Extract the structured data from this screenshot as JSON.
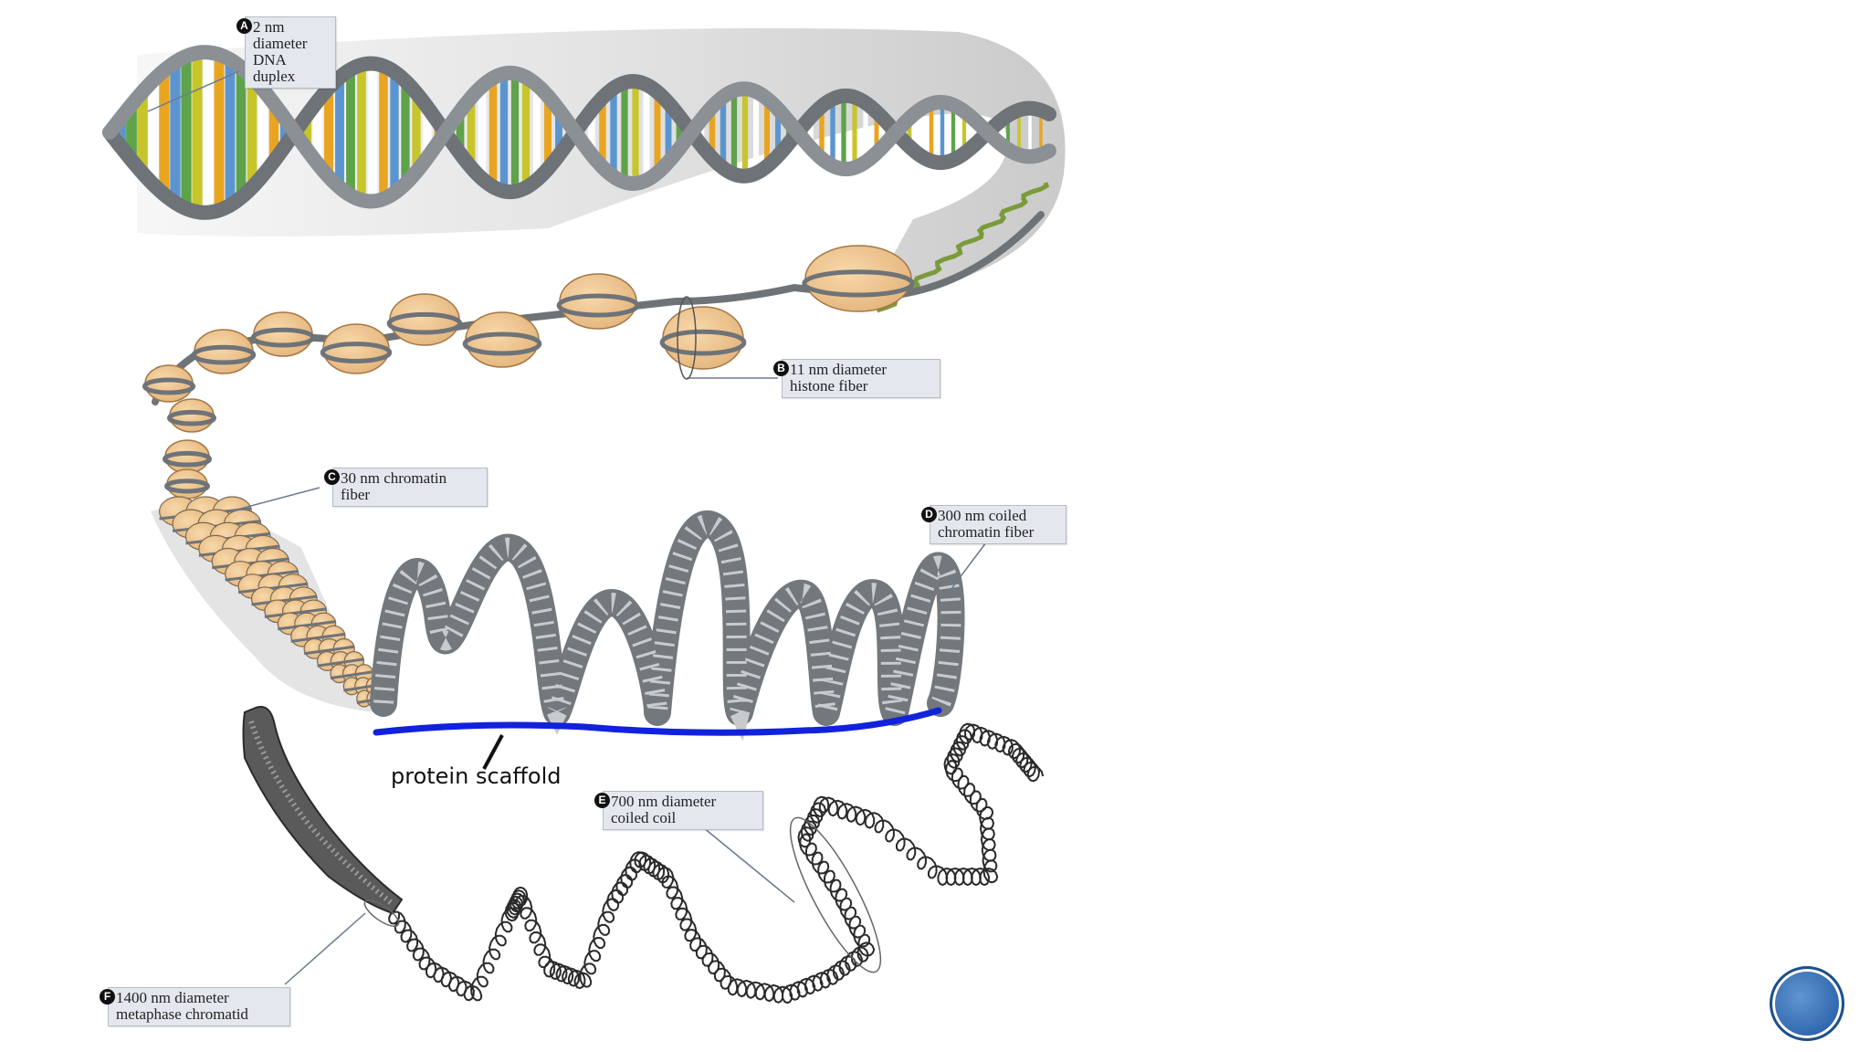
{
  "labels": {
    "a": {
      "badge": "A",
      "text": "2 nm\ndiameter\nDNA\nduplex"
    },
    "b": {
      "badge": "B",
      "text": "11 nm diameter\nhistone fiber"
    },
    "c": {
      "badge": "C",
      "text": "30 nm chromatin\nfiber"
    },
    "d": {
      "badge": "D",
      "text": "300 nm coiled\nchromatin fiber"
    },
    "e": {
      "badge": "E",
      "text": "700 nm diameter\ncoiled coil"
    },
    "f": {
      "badge": "F",
      "text": "1400 nm diameter\nmetaphase chromatid"
    },
    "scaffold": "protein scaffold"
  },
  "colors": {
    "backbone": "#6e7378",
    "base_pairs": [
      "#e9a521",
      "#5b95cf",
      "#5ea34a",
      "#c7c52a",
      "#ffffff"
    ],
    "histone": "#f1c992",
    "scaffold_line": "#1122dd"
  },
  "nav": {
    "icon": "circle-button"
  }
}
